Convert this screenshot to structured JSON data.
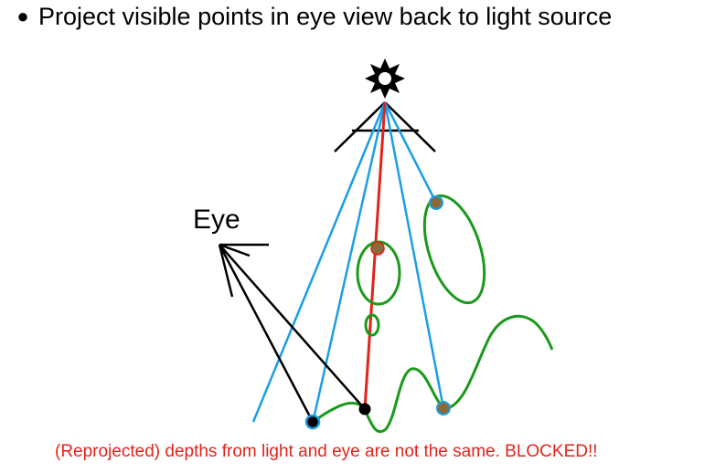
{
  "bullet": {
    "text": "Project visible points in eye view back to light source"
  },
  "diagram": {
    "eye_label": "Eye",
    "icons": {
      "light": "sun-icon",
      "light_frustum": "light-frustum-icon",
      "eye_frustum": "eye-frustum-icon"
    },
    "colors": {
      "light_rays": "#1a9ee6",
      "blocked_ray": "#e2231a",
      "eye_rays": "#000000",
      "geometry": "#1a9a1a",
      "point_fill": "#8a6a3a",
      "point_outline": "#1a9ee6",
      "black_point": "#000000"
    }
  },
  "caption": {
    "text": "(Reprojected) depths from light and eye are not the same.  BLOCKED!!",
    "color": "#e2231a"
  }
}
